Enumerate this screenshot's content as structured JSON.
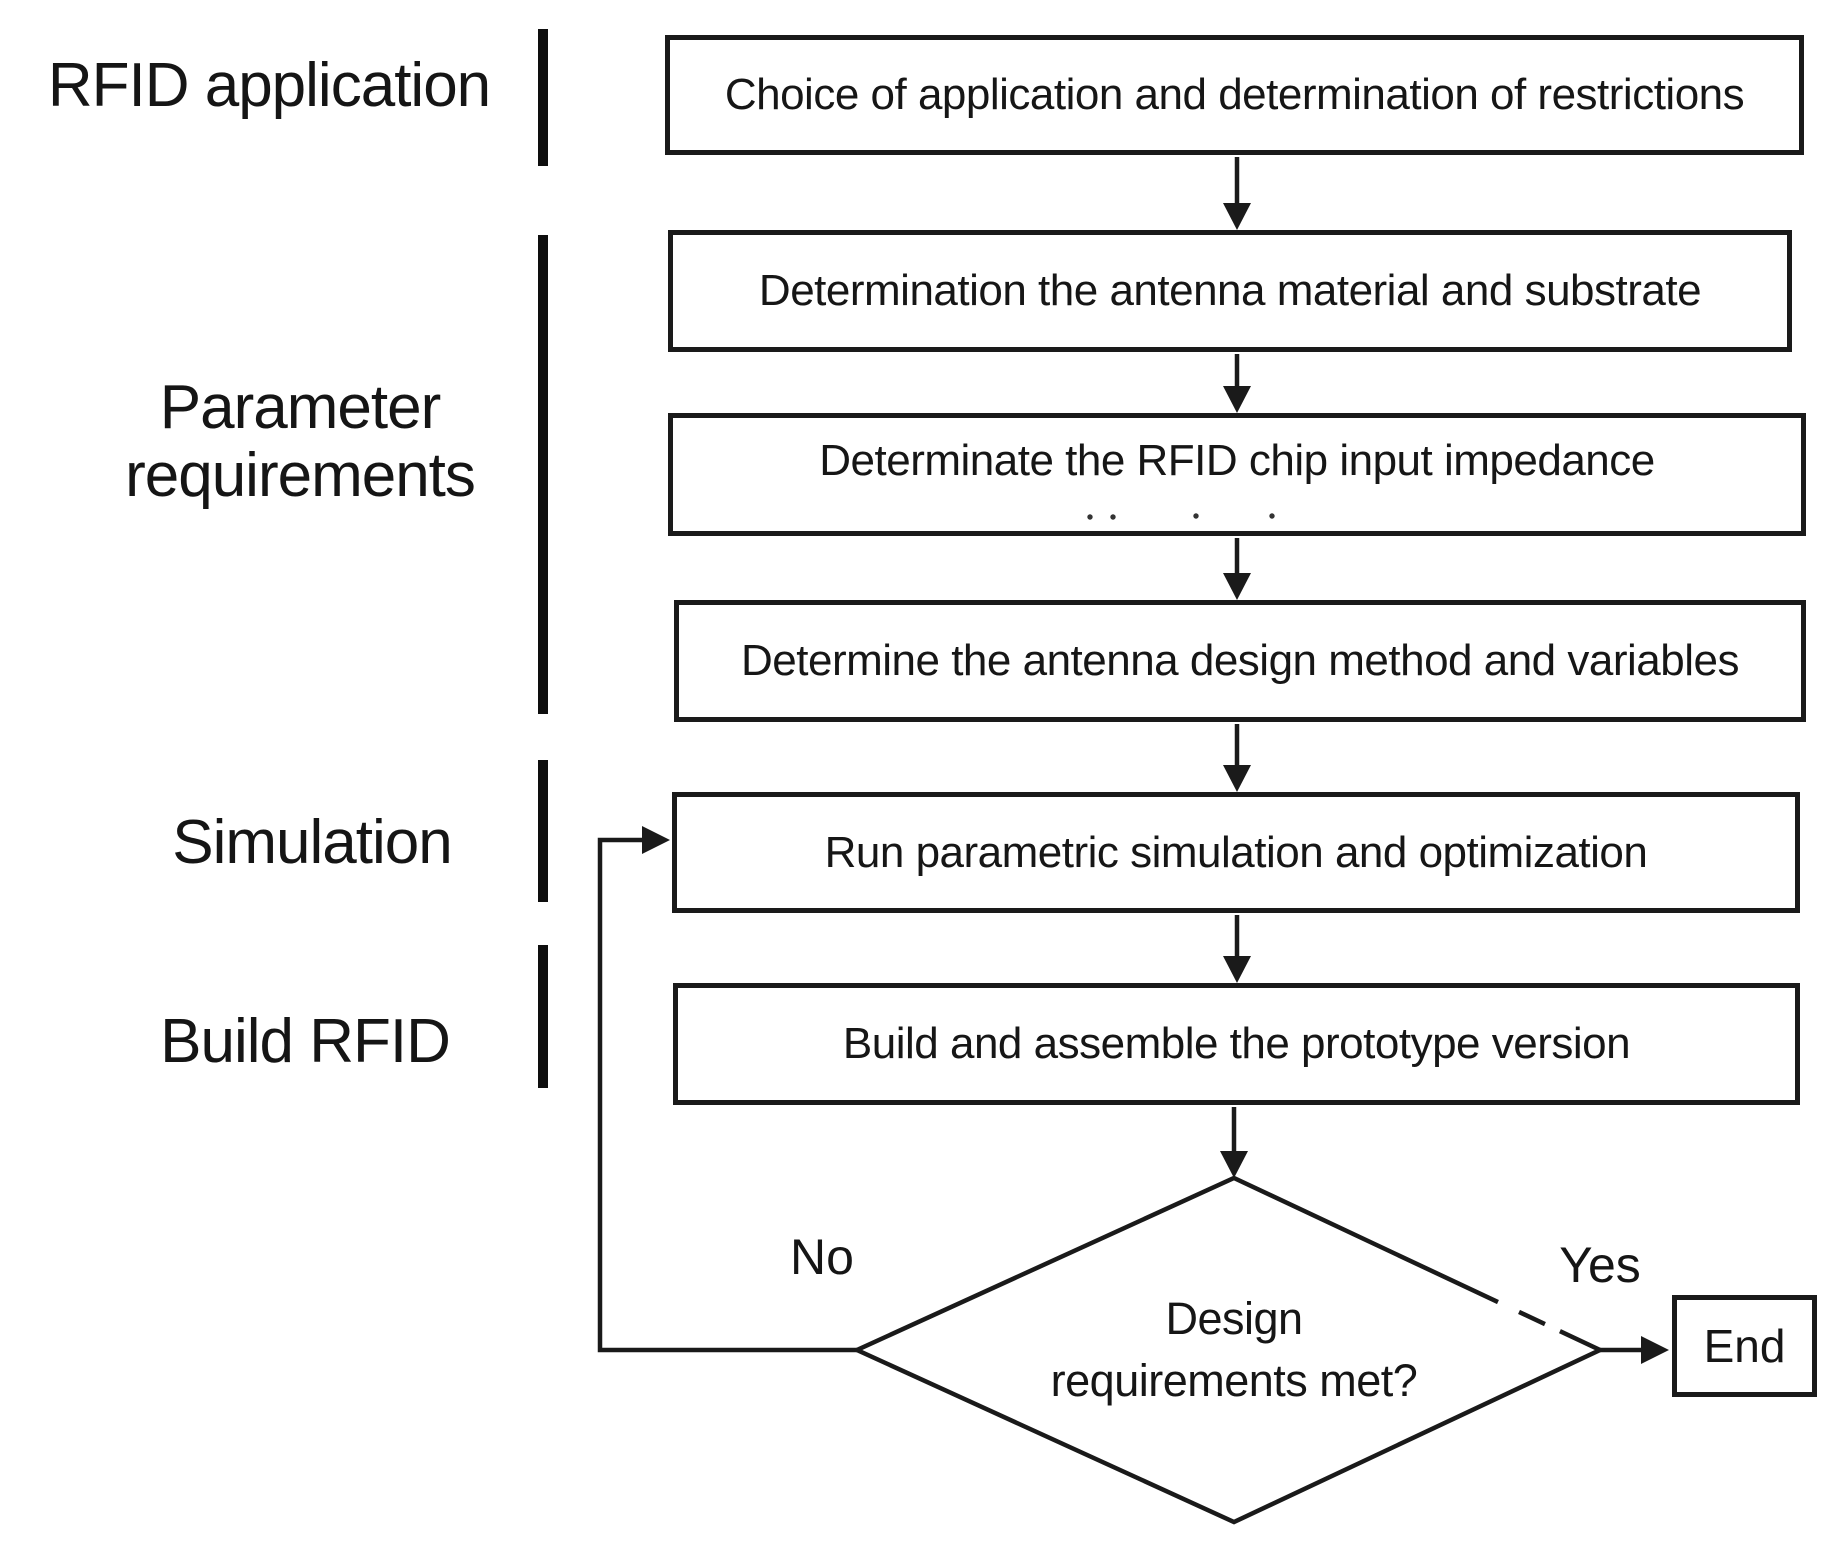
{
  "colors": {
    "ink": "#1a1a1a",
    "background": "#ffffff"
  },
  "stage_labels": [
    {
      "label": "RFID application"
    },
    {
      "label": "Parameter requirements"
    },
    {
      "label": "Simulation"
    },
    {
      "label": "Build RFID"
    }
  ],
  "process_boxes": [
    {
      "label": "Choice of application and determination of restrictions"
    },
    {
      "label": "Determination the antenna material and substrate"
    },
    {
      "label": "Determinate the RFID chip input impedance"
    },
    {
      "label": "Determine the antenna design method and variables"
    },
    {
      "label": "Run parametric simulation and optimization"
    },
    {
      "label": "Build and assemble the prototype version"
    }
  ],
  "decision": {
    "line1": "Design",
    "line2": "requirements met?"
  },
  "branch_labels": {
    "no": "No",
    "yes": "Yes"
  },
  "terminal": {
    "label": "End"
  }
}
